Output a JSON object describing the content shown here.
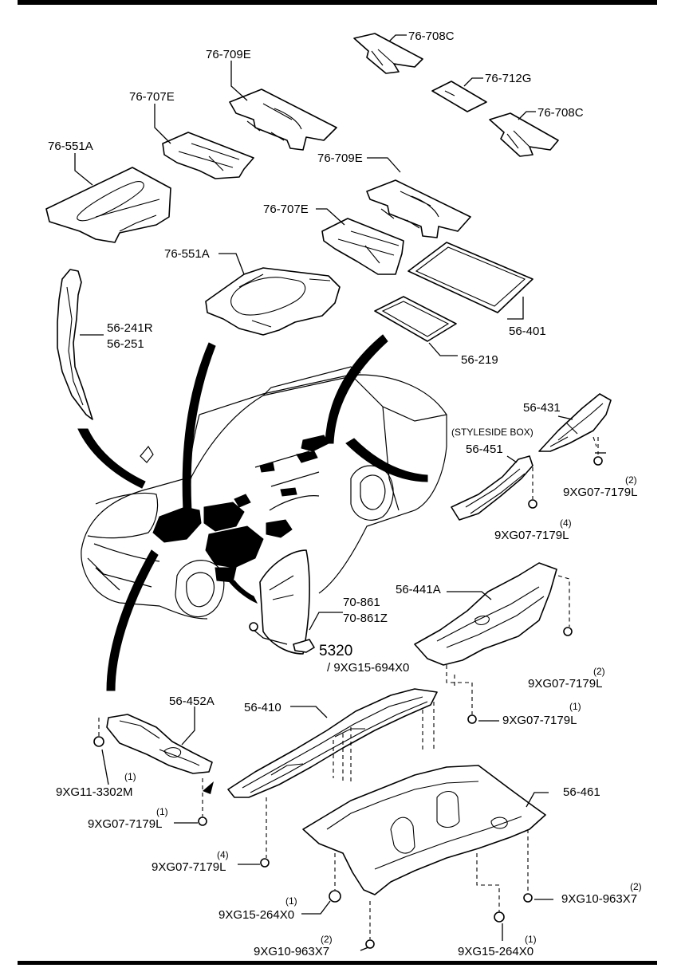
{
  "labels": {
    "p76_708C_top": "76-708C",
    "p76_709E_top": "76-709E",
    "p76_712G": "76-712G",
    "p76_707E_top": "76-707E",
    "p76_708C_mid": "76-708C",
    "p76_551A_left": "76-551A",
    "p76_709E_mid": "76-709E",
    "p76_707E_mid": "76-707E",
    "p76_551A_mid": "76-551A",
    "p56_241R": "56-241R",
    "p56_251": "56-251",
    "p56_401": "56-401",
    "p56_219": "56-219",
    "p56_431": "56-431",
    "styleside": "(STYLESIDE BOX)",
    "p56_451": "56-451",
    "qty_2a": "(2)",
    "bolt_a": "9XG07-7179L",
    "qty_4a": "(4)",
    "bolt_b": "9XG07-7179L",
    "p56_441A": "56-441A",
    "p70_861": "70-861",
    "p70_861Z": "70-861Z",
    "p5320": "5320",
    "clip_694": "/ 9XG15-694X0",
    "qty_2b": "(2)",
    "bolt_c": "9XG07-7179L",
    "p56_452A": "56-452A",
    "p56_410": "56-410",
    "qty_1a": "(1)",
    "bolt_d": "9XG07-7179L",
    "qty_1b": "(1)",
    "nut_3302": "9XG11-3302M",
    "qty_1c": "(1)",
    "bolt_e": "9XG07-7179L",
    "p56_461": "56-461",
    "qty_4b": "(4)",
    "bolt_f": "9XG07-7179L",
    "qty_2c": "(2)",
    "bolt_963a": "9XG10-963X7",
    "qty_1d": "(1)",
    "clip_264a": "9XG15-264X0",
    "qty_2d": "(2)",
    "bolt_963b": "9XG10-963X7",
    "qty_1e": "(1)",
    "clip_264b": "9XG15-264X0"
  }
}
